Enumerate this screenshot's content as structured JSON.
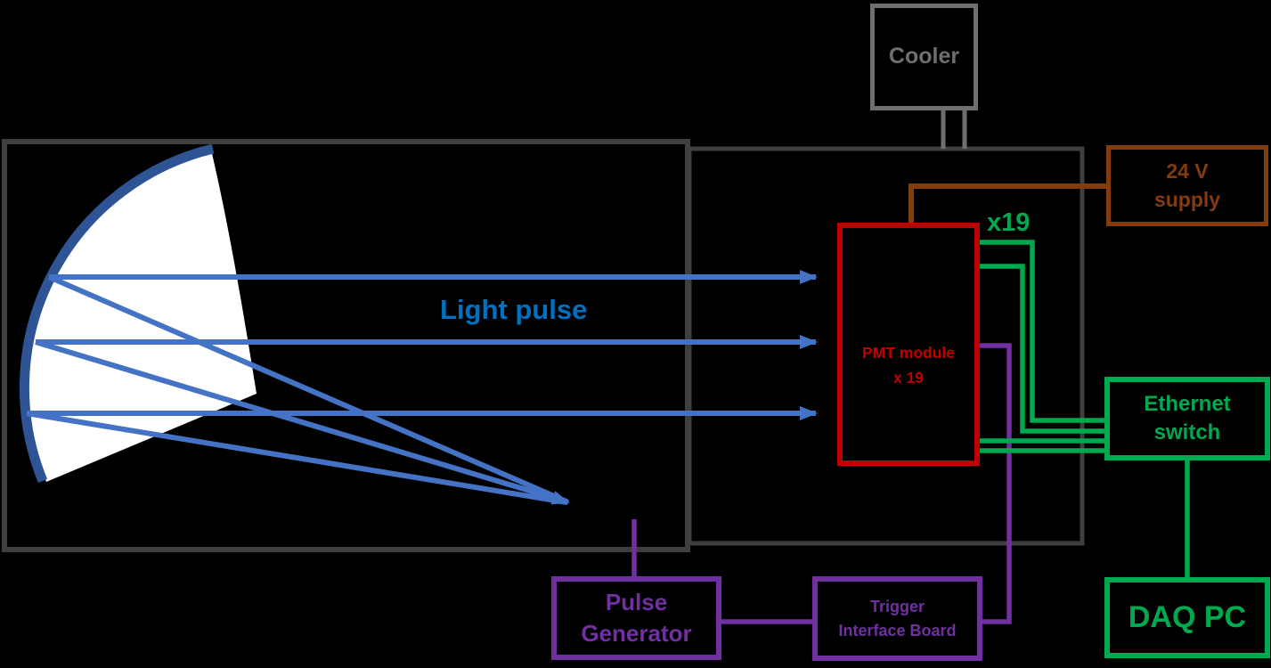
{
  "title": "PMT camera test setup block diagram",
  "colors": {
    "bg": "#000000",
    "enclosure": "#3F3F3F",
    "cooler": "#6F6F6F",
    "ray": "#4472C4",
    "arc": "#2E5496",
    "mirror": "#FFFFFF",
    "bluetext": "#0070C0",
    "red": "#C00000",
    "green": "#00A94F",
    "purple": "#7030A0",
    "brown": "#843C0C"
  },
  "labels": {
    "light_pulse": "Light pulse",
    "x19": "x19"
  },
  "boxes": {
    "cooler": {
      "label": "Cooler"
    },
    "supply": {
      "line1": "24 V",
      "line2": "supply"
    },
    "pmt": {
      "line1": "PMT module",
      "line2": "x 19"
    },
    "ethernet": {
      "line1": "Ethernet",
      "line2": "switch"
    },
    "daq": {
      "label": "DAQ PC"
    },
    "pulse_generator": {
      "line1": "Pulse",
      "line2": "Generator"
    },
    "trigger_board": {
      "line1": "Trigger",
      "line2": "Interface Board"
    }
  },
  "connections": [
    {
      "from": "cooler",
      "to": "camera-enclosure",
      "color": "gray",
      "lines": 2
    },
    {
      "from": "24v-supply",
      "to": "pmt-module",
      "color": "brown",
      "lines": 1
    },
    {
      "from": "pmt-module",
      "to": "ethernet-switch",
      "color": "green",
      "lines": 4,
      "multiplicity": "x19"
    },
    {
      "from": "ethernet-switch",
      "to": "daq-pc",
      "color": "green",
      "lines": 1
    },
    {
      "from": "pulse-generator",
      "to": "mirror-enclosure",
      "color": "purple",
      "lines": 1
    },
    {
      "from": "pulse-generator",
      "to": "trigger-interface-board",
      "color": "purple",
      "lines": 1
    },
    {
      "from": "trigger-interface-board",
      "to": "pmt-module",
      "color": "purple",
      "lines": 1
    }
  ]
}
